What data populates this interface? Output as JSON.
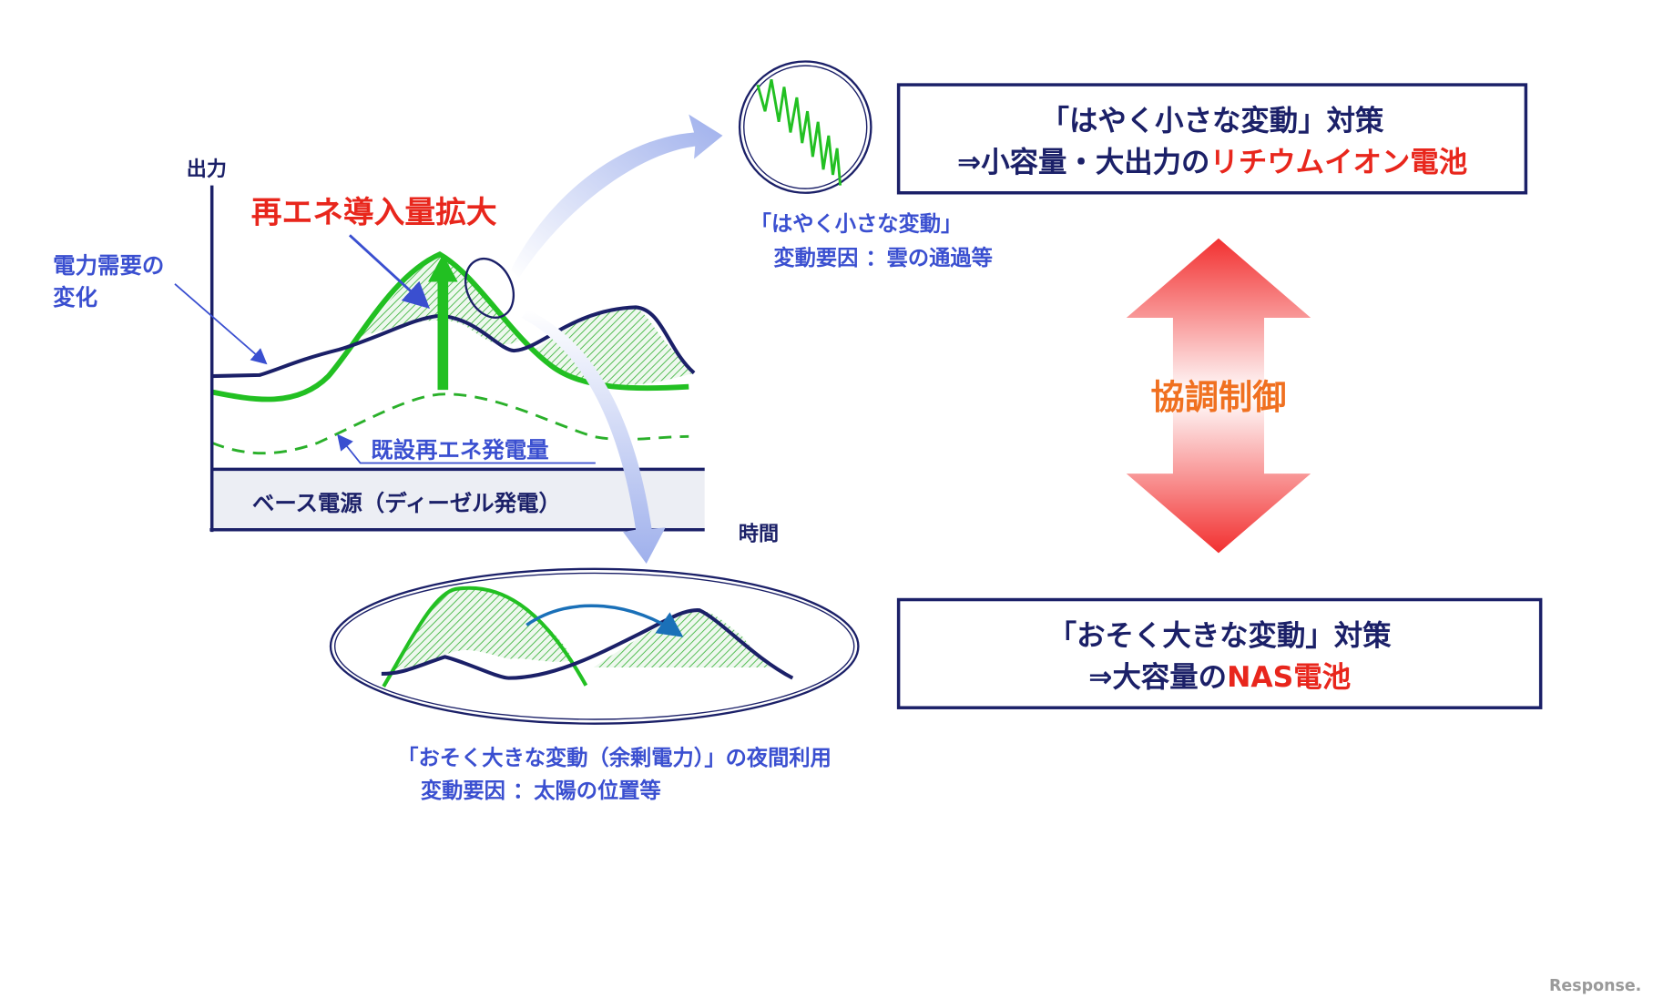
{
  "chart": {
    "y_axis_label": "出力",
    "x_axis_label": "時間",
    "demand_label_line1": "電力需要の",
    "demand_label_line2": "変化",
    "headline": "再エネ導入量拡大",
    "existing_label": "既設再エネ発電量",
    "base_label": "ベース電源（ディーゼル発電）"
  },
  "fast": {
    "caption_line1": "「はやく小さな変動」",
    "caption_line2": "変動要因 ：雲の通過等",
    "box_line1": "「はやく小さな変動」対策",
    "box_line2_prefix": "⇒小容量・大出力の",
    "box_line2_highlight": "リチウムイオン電池"
  },
  "slow": {
    "caption_line1": "「おそく大きな変動（余剰電力）」の夜間利用",
    "caption_line2": "変動要因 ：太陽の位置等",
    "box_line1": "「おそく大きな変動」対策",
    "box_line2_prefix": "⇒大容量の",
    "box_line2_highlight": "NAS電池"
  },
  "center_label": "協調制御",
  "watermark": "Response.",
  "colors": {
    "navy": "#1b2068",
    "green": "#22c022",
    "caption": "#3a4fd0",
    "red": "#e8261c",
    "orange": "#f07020"
  }
}
